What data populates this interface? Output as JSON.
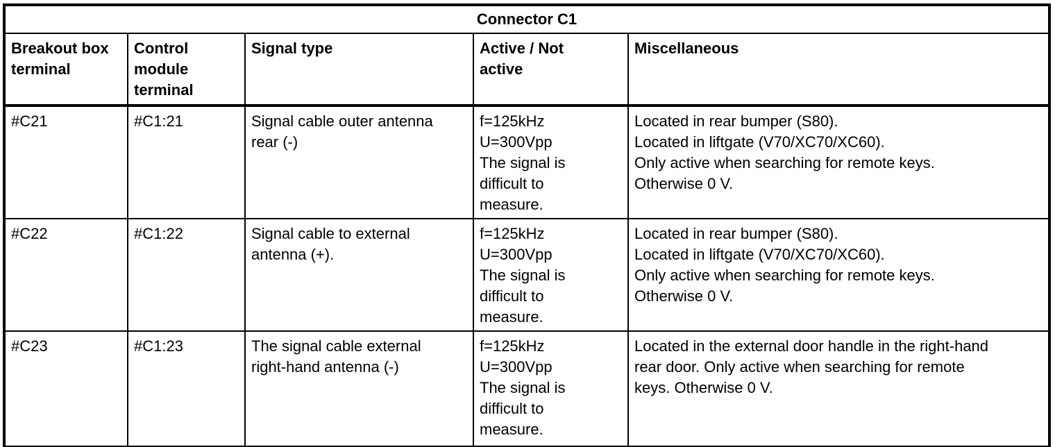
{
  "table": {
    "title": "Connector C1",
    "columns": [
      {
        "label": "Breakout box terminal",
        "lines": [
          "Breakout box",
          "terminal"
        ]
      },
      {
        "label": "Control module terminal",
        "lines": [
          "Control",
          "module",
          "terminal"
        ]
      },
      {
        "label": "Signal type",
        "lines": [
          "Signal type"
        ]
      },
      {
        "label": "Active / Not active",
        "lines": [
          "Active / Not",
          "active"
        ]
      },
      {
        "label": "Miscellaneous",
        "lines": [
          "Miscellaneous"
        ]
      }
    ],
    "rows": [
      {
        "breakout_box_terminal": "#C21",
        "control_module_terminal": "#C1:21",
        "signal_type_lines": [
          "Signal cable outer antenna",
          "rear (-)"
        ],
        "active_lines": [
          "f=125kHz",
          "U=300Vpp",
          "The signal is",
          "difficult to",
          "measure."
        ],
        "miscellaneous_lines": [
          "Located in rear bumper (S80).",
          "Located in liftgate (V70/XC70/XC60).",
          "Only active when searching for remote keys.",
          "Otherwise 0 V."
        ]
      },
      {
        "breakout_box_terminal": "#C22",
        "control_module_terminal": "#C1:22",
        "signal_type_lines": [
          "Signal cable to external",
          "antenna (+)."
        ],
        "active_lines": [
          "f=125kHz",
          "U=300Vpp",
          "The signal is",
          "difficult to",
          "measure."
        ],
        "miscellaneous_lines": [
          "Located in rear bumper (S80).",
          "Located in liftgate (V70/XC70/XC60).",
          "Only active when searching for remote keys.",
          "Otherwise 0 V."
        ]
      },
      {
        "breakout_box_terminal": "#C23",
        "control_module_terminal": "#C1:23",
        "signal_type_lines": [
          "The signal cable external",
          "right-hand antenna (-)"
        ],
        "active_lines": [
          "f=125kHz",
          "U=300Vpp",
          "The signal is",
          "difficult to",
          "measure."
        ],
        "miscellaneous_lines": [
          "Located in the external door handle in the right-hand",
          "rear door. Only active when searching for remote",
          "keys. Otherwise 0 V."
        ]
      }
    ],
    "colors": {
      "border": "#000000",
      "text": "#000000",
      "background": "#ffffff"
    }
  }
}
